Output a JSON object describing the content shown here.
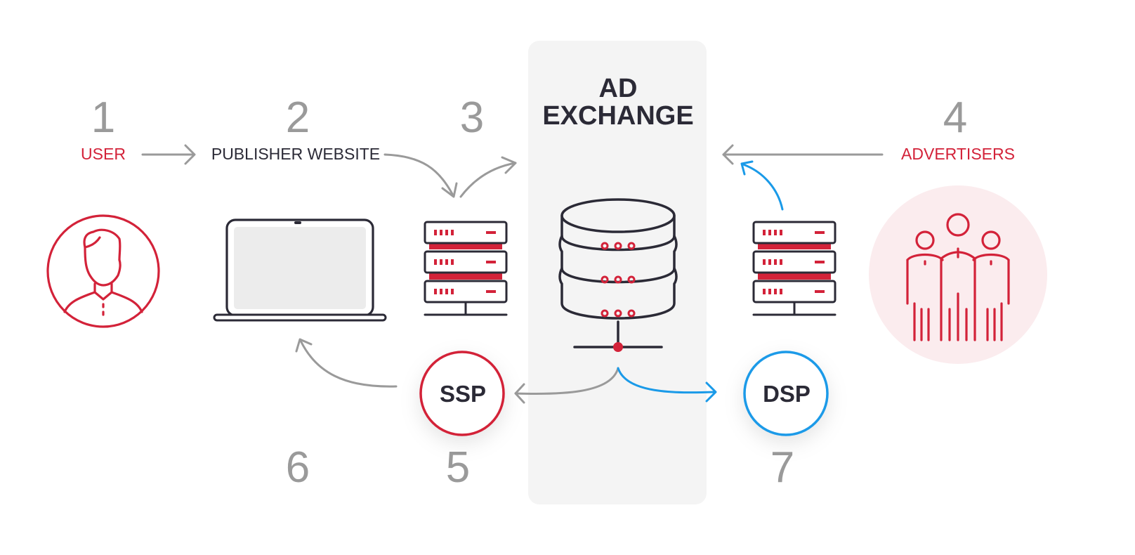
{
  "exchange": {
    "title_line1": "AD",
    "title_line2": "EXCHANGE"
  },
  "steps": {
    "user": {
      "number": "1",
      "label": "USER"
    },
    "publisher": {
      "number": "2",
      "label": "PUBLISHER WEBSITE"
    },
    "publisher_server": {
      "number": "3"
    },
    "advertisers": {
      "number": "4",
      "label": "ADVERTISERS"
    },
    "ssp": {
      "number": "5",
      "label": "SSP"
    },
    "return_to_site": {
      "number": "6"
    },
    "dsp": {
      "number": "7",
      "label": "DSP"
    }
  },
  "colors": {
    "red": "#d32239",
    "blue": "#1a9ae8",
    "gray_arrow": "#9a9a9a",
    "dark": "#2b2a36",
    "panel": "#f4f4f4",
    "screen": "#ececec",
    "advertiser_bg": "#fbecee"
  },
  "icons": {
    "user": "user-avatar-icon",
    "publisher": "laptop-icon",
    "publisher_server": "server-rack-icon",
    "exchange": "database-icon",
    "advertiser_server": "server-rack-icon",
    "advertisers": "people-group-icon"
  }
}
